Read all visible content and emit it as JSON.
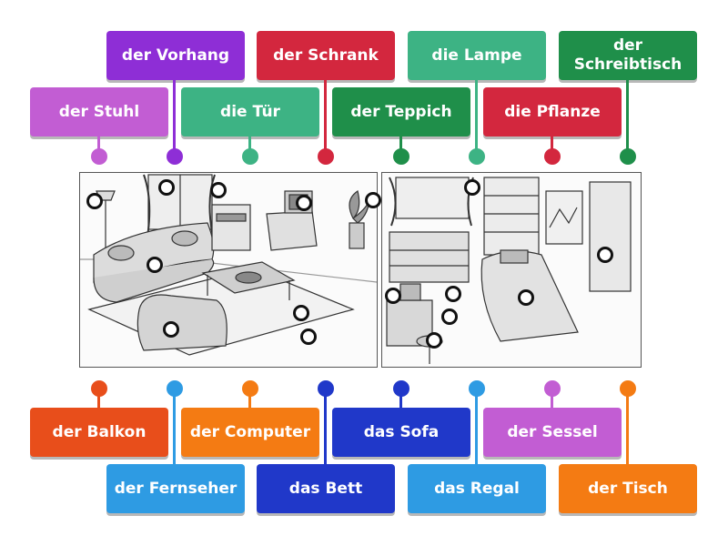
{
  "top_labels": [
    {
      "text": "der Vorhang",
      "color": "#8e2ed6"
    },
    {
      "text": "der Schrank",
      "color": "#d3273e"
    },
    {
      "text": "die Lampe",
      "color": "#3db384"
    },
    {
      "text": "der Schreibtisch",
      "color": "#1f8f4a"
    },
    {
      "text": "der Stuhl",
      "color": "#c25dd3"
    },
    {
      "text": "die Tür",
      "color": "#3db384"
    },
    {
      "text": "der Teppich",
      "color": "#1f8f4a"
    },
    {
      "text": "die Pflanze",
      "color": "#d3273e"
    }
  ],
  "bottom_labels": [
    {
      "text": "der Balkon",
      "color": "#e84e1b"
    },
    {
      "text": "der Computer",
      "color": "#f47b13"
    },
    {
      "text": "das Sofa",
      "color": "#2038c9"
    },
    {
      "text": "der Sessel",
      "color": "#c25dd3"
    },
    {
      "text": "der Fernseher",
      "color": "#2e9be3"
    },
    {
      "text": "das Bett",
      "color": "#2038c9"
    },
    {
      "text": "das Regal",
      "color": "#2e9be3"
    },
    {
      "text": "der Tisch",
      "color": "#f47b13"
    }
  ]
}
